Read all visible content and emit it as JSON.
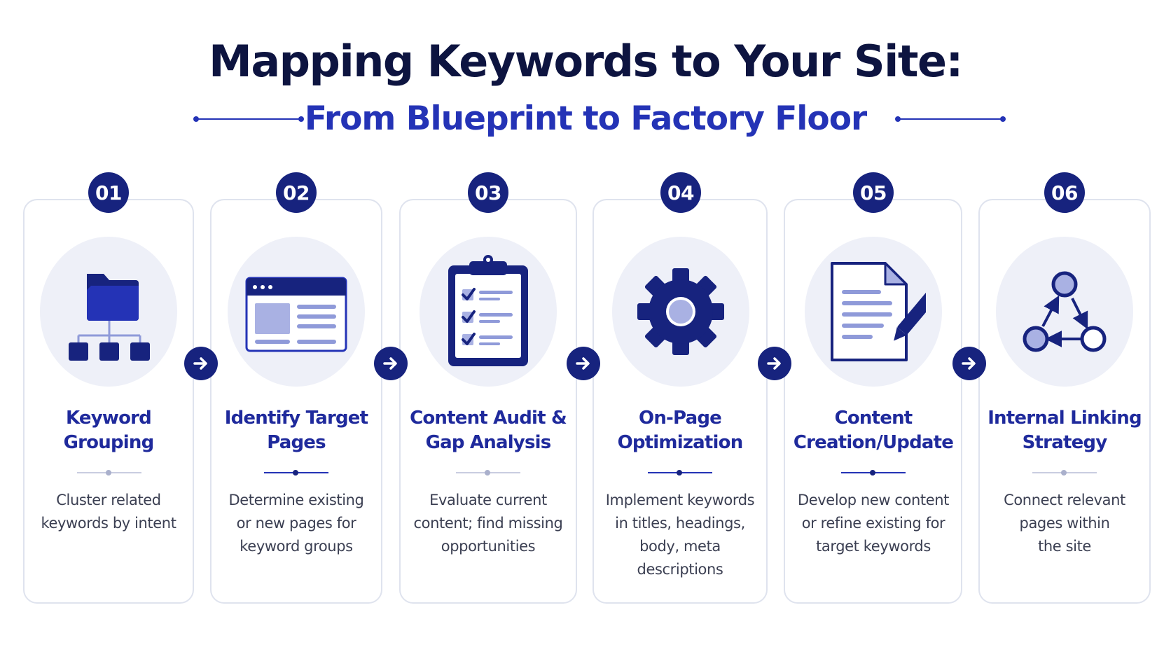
{
  "header": {
    "title": "Mapping Keywords to Your Site:",
    "subtitle": "From Blueprint to Factory Floor"
  },
  "colors": {
    "navy": "#17237e",
    "accent_blue": "#2433b6",
    "title_dark": "#0d1440",
    "icon_bg": "#eef0f8",
    "icon_light": "#8f9ad9"
  },
  "steps": [
    {
      "number": "01",
      "title_line1": "Keyword",
      "title_line2": "Grouping",
      "desc": [
        "Cluster related",
        "keywords by intent",
        ""
      ],
      "icon": "folder-hierarchy-icon"
    },
    {
      "number": "02",
      "title_line1": "Identify Target",
      "title_line2": "Pages",
      "desc": [
        "Determine existing",
        "or new pages for",
        "keyword groups"
      ],
      "icon": "browser-window-icon"
    },
    {
      "number": "03",
      "title_line1": "Content Audit &",
      "title_line2": "Gap Analysis",
      "desc": [
        "Evaluate current",
        "content; find missing",
        "opportunities"
      ],
      "icon": "clipboard-checklist-icon"
    },
    {
      "number": "04",
      "title_line1": "On-Page",
      "title_line2": "Optimization",
      "desc": [
        "Implement keywords",
        "in titles, headings,",
        "body, meta",
        "descriptions"
      ],
      "icon": "gear-icon"
    },
    {
      "number": "05",
      "title_line1": "Content",
      "title_line2": "Creation/Update",
      "desc": [
        "Develop new content",
        "or refine existing for",
        "target keywords"
      ],
      "icon": "document-pencil-icon"
    },
    {
      "number": "06",
      "title_line1": "Internal Linking",
      "title_line2": "Strategy",
      "desc": [
        "Connect relevant",
        "pages within",
        "the site"
      ],
      "icon": "link-cycle-icon"
    }
  ],
  "connector_icon": "arrow-right-icon"
}
